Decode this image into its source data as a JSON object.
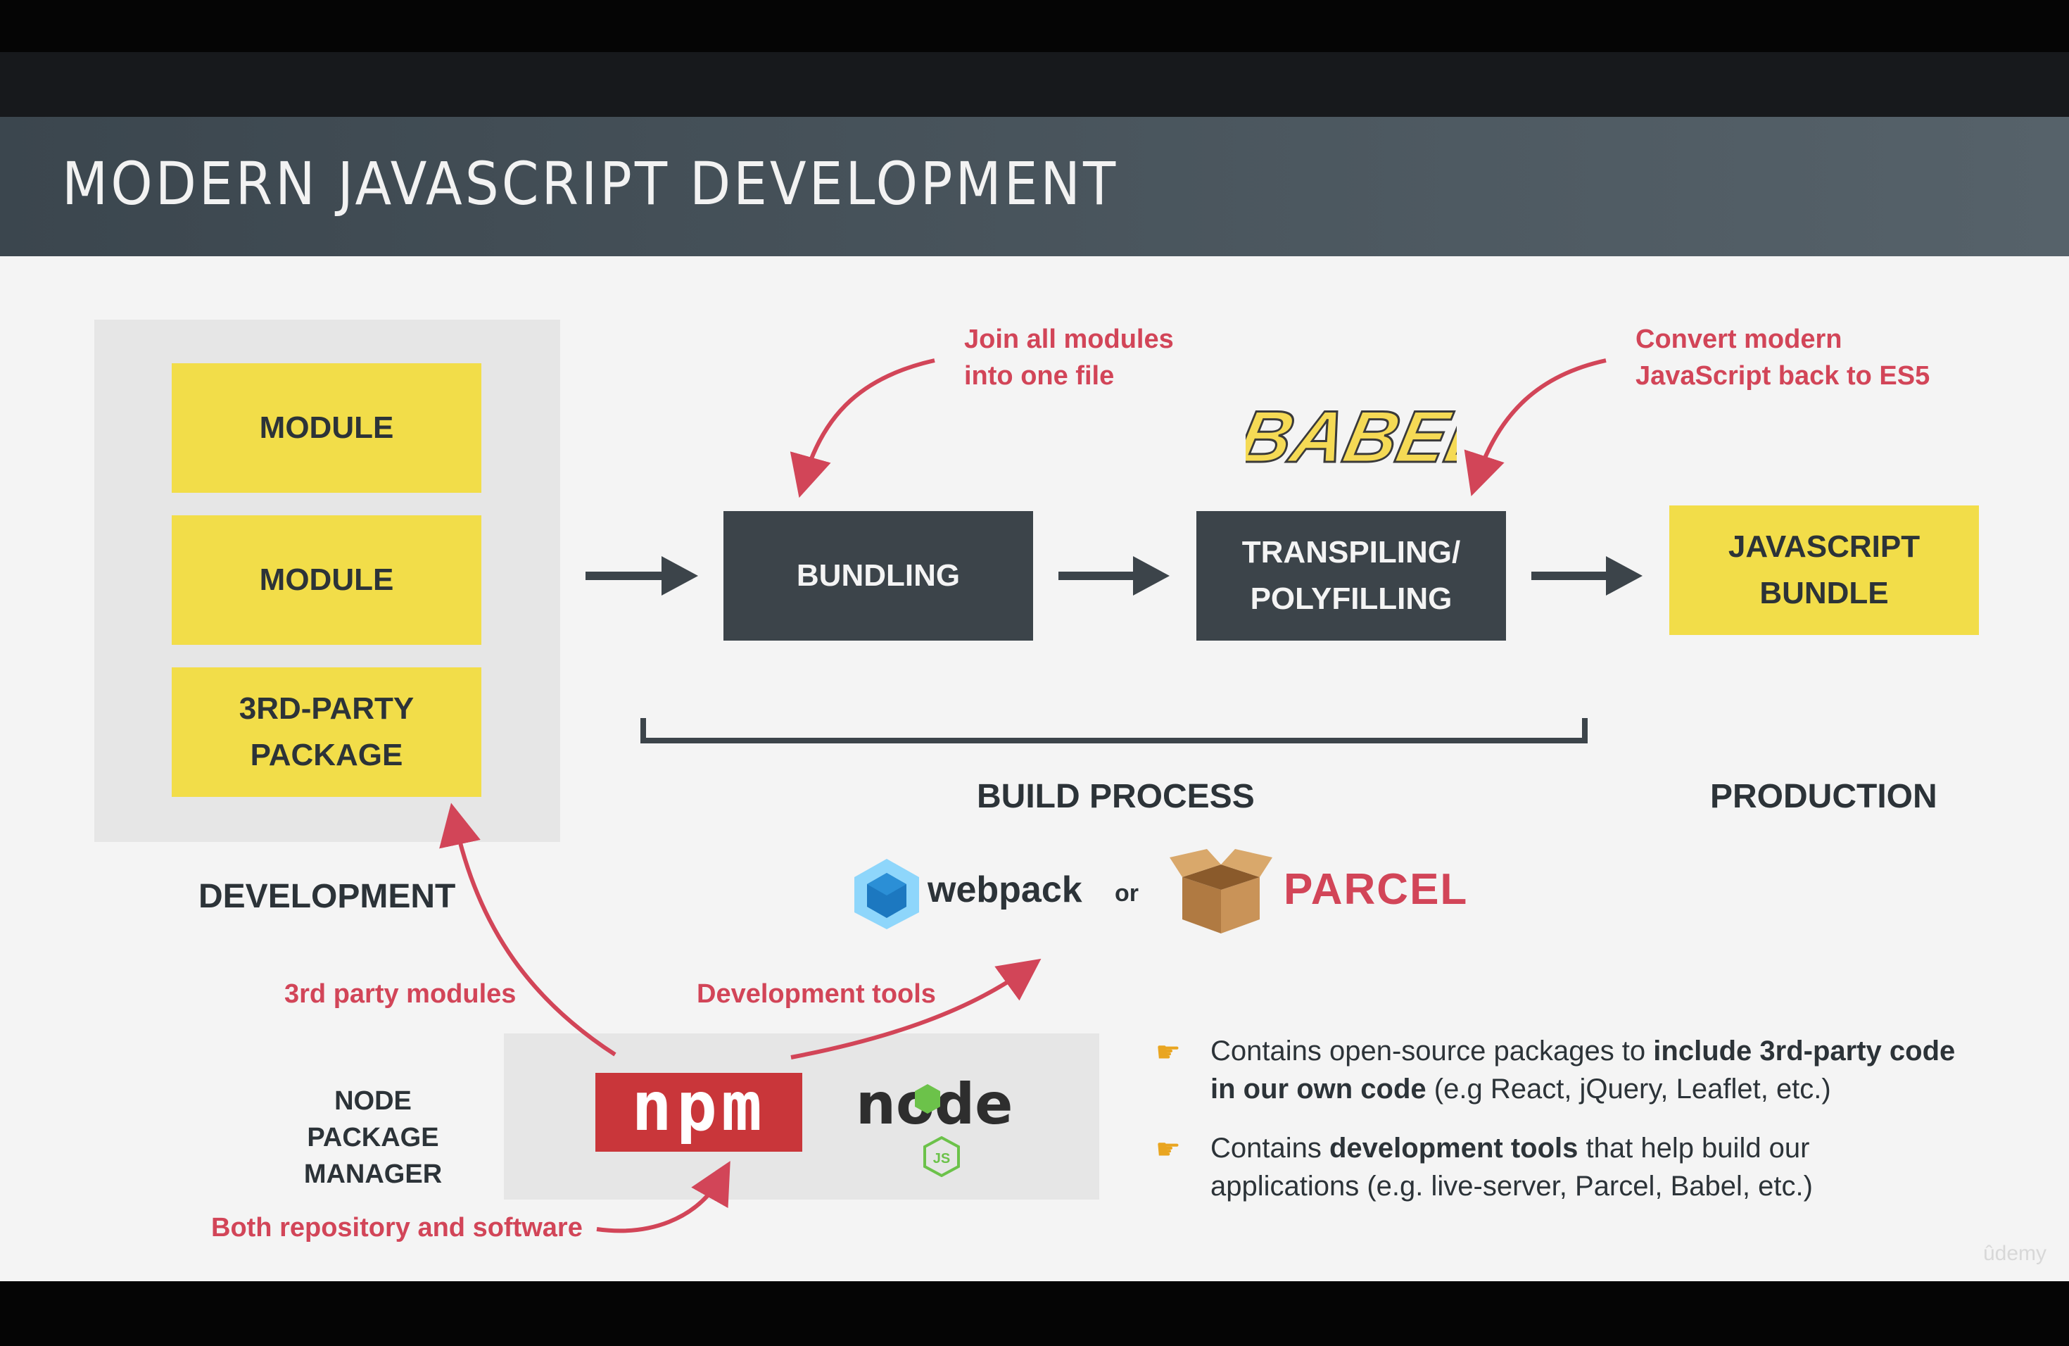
{
  "header": {
    "title": "MODERN JAVASCRIPT DEVELOPMENT"
  },
  "development": {
    "boxes": [
      "MODULE",
      "MODULE",
      "3RD-PARTY\nPACKAGE"
    ],
    "label": "DEVELOPMENT"
  },
  "build": {
    "bundling": "BUNDLING",
    "transpiling": "TRANSPILING/\nPOLYFILLING",
    "label": "BUILD PROCESS",
    "babel_logo": "BABEL",
    "tools": {
      "webpack": "webpack",
      "or": "or",
      "parcel": "PARCEL"
    }
  },
  "production": {
    "box": "JAVASCRIPT\nBUNDLE",
    "label": "PRODUCTION"
  },
  "annotations": {
    "join_modules": "Join all modules\ninto one file",
    "convert_es5": "Convert modern\nJavaScript back to ES5",
    "third_party": "3rd party modules",
    "dev_tools": "Development tools",
    "repo_software": "Both repository and software"
  },
  "npm": {
    "label": "NODE PACKAGE\nMANAGER",
    "npm_logo": "npm",
    "node_logo": "node",
    "node_js": "JS"
  },
  "bullets": [
    {
      "pre": "Contains open-source packages to ",
      "bold": "include 3rd-party code in our own code",
      "post": " (e.g React, jQuery, Leaflet, etc.)"
    },
    {
      "pre": "Contains ",
      "bold": "development tools",
      "post": " that help build our applications (e.g. live-server, Parcel, Babel, etc.)"
    }
  ],
  "watermark": "ûdemy",
  "colors": {
    "yellow": "#f2dd49",
    "dark": "#3c444a",
    "red": "#d24558",
    "text": "#2c3338"
  }
}
